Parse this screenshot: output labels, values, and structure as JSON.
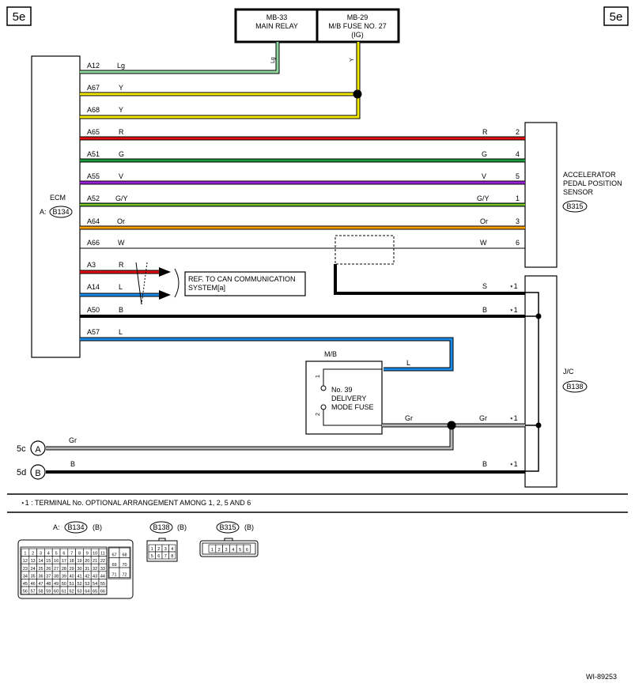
{
  "page_tags": {
    "left": "5e",
    "right": "5e"
  },
  "top_boxes": {
    "main_relay": {
      "line1": "MB-33",
      "line2": "MAIN RELAY"
    },
    "mb_fuse": {
      "line1": "MB-29",
      "line2": "M/B FUSE NO. 27",
      "line3": "(IG)"
    }
  },
  "ecm": {
    "label": "ECM",
    "conn_prefix": "A:",
    "connector": "B134"
  },
  "sensor": {
    "line1": "ACCELERATOR",
    "line2": "PEDAL POSITION",
    "line3": "SENSOR",
    "connector": "B315"
  },
  "jc": {
    "label": "J/C",
    "connector": "B138"
  },
  "mb": {
    "label": "M/B",
    "fuse_line1": "No. 39",
    "fuse_line2": "DELIVERY",
    "fuse_line3": "MODE FUSE",
    "pin1": "1",
    "pin2": "2"
  },
  "can_ref": {
    "line1": "REF. TO CAN COMMUNICATION",
    "line2": "SYSTEM[a]"
  },
  "vertical_wire_labels": {
    "lg": "Lg",
    "y": "Y"
  },
  "wires": [
    {
      "pin": "A12",
      "color": "Lg"
    },
    {
      "pin": "A67",
      "color": "Y"
    },
    {
      "pin": "A68",
      "color": "Y"
    },
    {
      "pin": "A65",
      "color": "R",
      "right_color": "R",
      "terminal": "2"
    },
    {
      "pin": "A51",
      "color": "G",
      "right_color": "G",
      "terminal": "4"
    },
    {
      "pin": "A55",
      "color": "V",
      "right_color": "V",
      "terminal": "5"
    },
    {
      "pin": "A52",
      "color": "G/Y",
      "right_color": "G/Y",
      "terminal": "1"
    },
    {
      "pin": "A64",
      "color": "Or",
      "right_color": "Or",
      "terminal": "3"
    },
    {
      "pin": "A66",
      "color": "W",
      "right_color": "W",
      "terminal": "6"
    },
    {
      "pin": "A3",
      "color": "R"
    },
    {
      "pin": "A14",
      "color": "L"
    },
    {
      "pin": "A50",
      "color": "B",
      "right_color": "B",
      "terminal": "⋆1"
    },
    {
      "pin": "A57",
      "color": "L"
    }
  ],
  "shield_wire": {
    "right_color": "S",
    "terminal": "⋆1"
  },
  "fuse_wires": {
    "l_label": "L",
    "gr_left": "Gr",
    "gr_right": "Gr",
    "gr_terminal": "⋆1"
  },
  "ground_rows": [
    {
      "ref": "5c",
      "letter": "A",
      "color": "Gr"
    },
    {
      "ref": "5d",
      "letter": "B",
      "color": "B",
      "right_color": "B",
      "terminal": "⋆1"
    }
  ],
  "footnote": "⋆1 : TERMINAL No. OPTIONAL ARRANGEMENT AMONG 1, 2, 5 AND 6",
  "connector_views": {
    "b134": {
      "prefix": "A:",
      "name": "B134",
      "suffix": "(B)"
    },
    "b138": {
      "name": "B138",
      "suffix": "(B)"
    },
    "b315": {
      "name": "B315",
      "suffix": "(B)"
    }
  },
  "b134_pins": {
    "rows": [
      [
        "1",
        "2",
        "3",
        "4",
        "5",
        "6",
        "7",
        "8",
        "9",
        "10",
        "11"
      ],
      [
        "12",
        "13",
        "14",
        "15",
        "16",
        "17",
        "18",
        "19",
        "20",
        "21",
        "22"
      ],
      [
        "23",
        "24",
        "25",
        "26",
        "27",
        "28",
        "29",
        "30",
        "31",
        "32",
        "33"
      ],
      [
        "34",
        "35",
        "36",
        "37",
        "38",
        "39",
        "40",
        "41",
        "42",
        "43",
        "44"
      ],
      [
        "45",
        "46",
        "47",
        "48",
        "49",
        "50",
        "51",
        "52",
        "53",
        "54",
        "55"
      ],
      [
        "56",
        "57",
        "58",
        "59",
        "60",
        "61",
        "62",
        "63",
        "64",
        "65",
        "66"
      ]
    ],
    "side": [
      [
        "67",
        "68"
      ],
      [
        "69",
        "70"
      ],
      [
        "71",
        "72"
      ]
    ]
  },
  "b138_pins": [
    [
      "1",
      "2",
      "3",
      "4"
    ],
    [
      "5",
      "6",
      "7",
      "8"
    ]
  ],
  "b315_pins": [
    "1",
    "2",
    "3",
    "4",
    "5",
    "6"
  ],
  "diagram_id": "WI-89253",
  "colors": {
    "lg": "#8fd8a0",
    "y": "#f5ea00",
    "r": "#e01010",
    "g": "#1a9a3a",
    "v": "#9a1ed8",
    "gy_stripe": "#f0e400",
    "or": "#f5a000",
    "l": "#1a8ae8",
    "gr": "#b8b8b8",
    "b": "#000000"
  }
}
